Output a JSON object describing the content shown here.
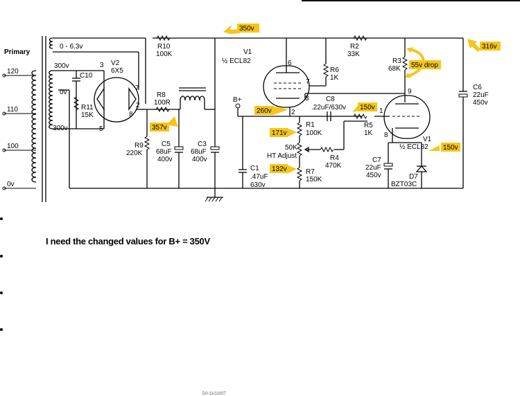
{
  "transformer": {
    "primary": "Primary",
    "taps": [
      "120",
      "110",
      "100",
      "0v"
    ],
    "heater": "0 - 6.3v",
    "hv_top": "300v",
    "hv_ct": "0v",
    "hv_bottom": "300v"
  },
  "components": {
    "v2": [
      "V2",
      "6X5"
    ],
    "c10": "C10",
    "r11": [
      "R11",
      "15K"
    ],
    "r10": [
      "R10",
      "100K"
    ],
    "r8": [
      "R8",
      "100R"
    ],
    "r9": [
      "R9",
      "220K"
    ],
    "c5": [
      "C5",
      "68uF",
      "400v"
    ],
    "c3": [
      "C3",
      "68uF",
      "400v"
    ],
    "v1a": [
      "V1",
      "½ ECL82"
    ],
    "r6": [
      "R6",
      "1K"
    ],
    "r2": [
      "R2",
      "33K"
    ],
    "r3": [
      "R3",
      "68K"
    ],
    "c6": [
      "C6",
      "22uF",
      "450v"
    ],
    "c8": [
      "C8",
      ".22uF/630v"
    ],
    "r1": [
      "R1",
      "100K"
    ],
    "pot": [
      "50K",
      "HT Adjust"
    ],
    "r4": [
      "R4",
      "470K"
    ],
    "r5": [
      "R5",
      "1K"
    ],
    "r7": [
      "R7",
      "150K"
    ],
    "c1": [
      "C1",
      ".47uF",
      "630v"
    ],
    "c7": [
      "C7",
      "22uF",
      "450v"
    ],
    "d7": [
      "D7",
      "BZT03C"
    ],
    "v1b": [
      "V1",
      "½ ECL82"
    ],
    "bplus": "B+"
  },
  "pins": {
    "v2_p3": "3",
    "v2_p7": "7",
    "v2_p2": "2",
    "v2_p8": "8",
    "v2_p5": "5",
    "v1a_p6": "6",
    "v1a_p7": "7",
    "v1a_p3": "3",
    "v1a_p2": "2",
    "v1b_p9": "9",
    "v1b_p1": "1",
    "v1b_p8": "8"
  },
  "voltages": {
    "v350": "350v",
    "v316": "316v",
    "v55drop": "55v drop",
    "v357": "357v",
    "v260": "260v",
    "v150a": "150v",
    "v171": "171v",
    "v132": "132v",
    "v150b": "150v"
  },
  "note": "I need the changed values for B+ = 350V",
  "footer": "D0-11/11007",
  "colors": {
    "highlight": "#f5c518",
    "arrow": "#f0b800",
    "ink": "#000000"
  }
}
